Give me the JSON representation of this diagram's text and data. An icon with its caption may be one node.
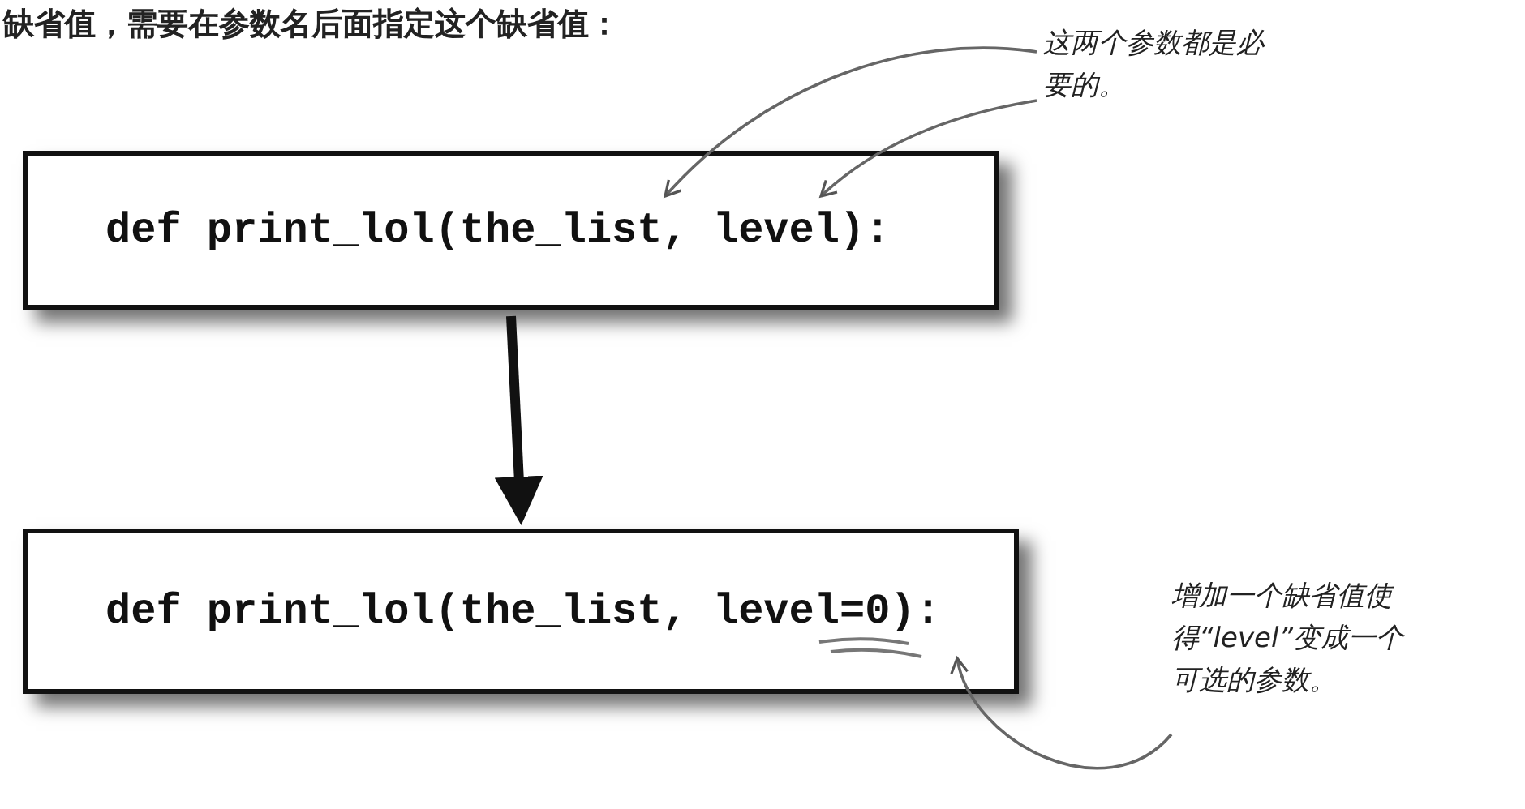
{
  "diagram": {
    "nodes": [
      {
        "text": [
          "这两个参数都是必要的。"
        ]
      },
      {
        "text": [
          "def print_lol(the_list, level):"
        ]
      },
      {
        "text": [
          "def print_lol(the_list, level=0):"
        ]
      },
      {
        "text": [
          "增加一个缺省值使得“level”变成一个可选的参数。"
        ]
      }
    ],
    "edges": [
      {
        "from": 1,
        "to": 2,
        "arrow": "to",
        "style": "thick"
      },
      {
        "from": 0,
        "to": 1,
        "arrow": "to"
      },
      {
        "from": 0,
        "to": 1,
        "arrow": "to"
      },
      {
        "from": 3,
        "to": 2,
        "arrow": "to"
      }
    ],
    "labels": [
      "缺省值，需要在参数名后面指定这个缺省值："
    ]
  }
}
